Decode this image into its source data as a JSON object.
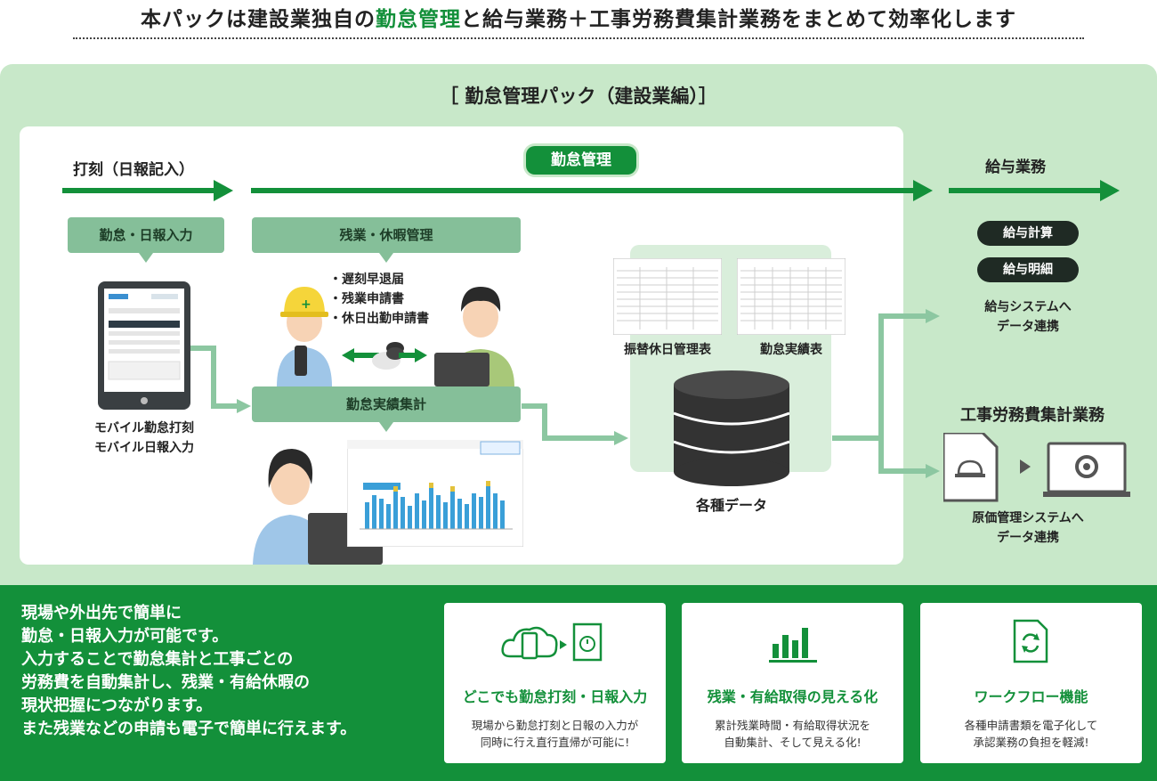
{
  "headline": {
    "part1": "本パックは建設業独自の",
    "highlight": "勤怠管理",
    "part2": "と給与業務＋工事労務費集計業務をまとめて効率化します"
  },
  "pack_title": "［ 勤怠管理パック（建設業編）］",
  "flow": {
    "stamp_label": "打刻（日報記入）",
    "attendance_label": "勤怠管理",
    "payroll_label": "給与業務"
  },
  "boxes": {
    "input": "勤怠・日報入力",
    "overtime": "残業・休暇管理",
    "aggregate": "勤怠実績集計"
  },
  "overtime_items": [
    "・遅刻早退届",
    "・残業申請書",
    "・休日出勤申請書"
  ],
  "tablet_caption": [
    "モバイル勤怠打刻",
    "モバイル日報入力"
  ],
  "docs": {
    "doc1": "振替休日管理表",
    "doc2": "勤怠実績表"
  },
  "db_label": "各種データ",
  "payroll": {
    "calc": "給与計算",
    "slip": "給与明細",
    "link": [
      "給与システムへ",
      "データ連携"
    ]
  },
  "labor": {
    "title": "工事労務費集計業務",
    "link": [
      "原価管理システムへ",
      "データ連携"
    ]
  },
  "bottom_text": [
    "現場や外出先で簡単に",
    "勤怠・日報入力が可能です。",
    "入力することで勤怠集計と工事ごとの",
    "労務費を自動集計し、残業・有給休暇の",
    "現状把握につながります。",
    "また残業などの申請も電子で簡単に行えます。"
  ],
  "cards": [
    {
      "title": "どこでも勤怠打刻・日報入力",
      "desc": [
        "現場から勤怠打刻と日報の入力が",
        "同時に行え直行直帰が可能に!"
      ]
    },
    {
      "title": "残業・有給取得の見える化",
      "desc": [
        "累計残業時間・有給取得状況を",
        "自動集計、そして見える化!"
      ]
    },
    {
      "title": "ワークフロー機能",
      "desc": [
        "各種申請書類を電子化して",
        "承認業務の負担を軽減!"
      ]
    }
  ],
  "colors": {
    "brand_green": "#13903a",
    "light_green": "#c8e8c9",
    "box_green": "#85bf99",
    "arrow_light": "#8cc7a1"
  }
}
